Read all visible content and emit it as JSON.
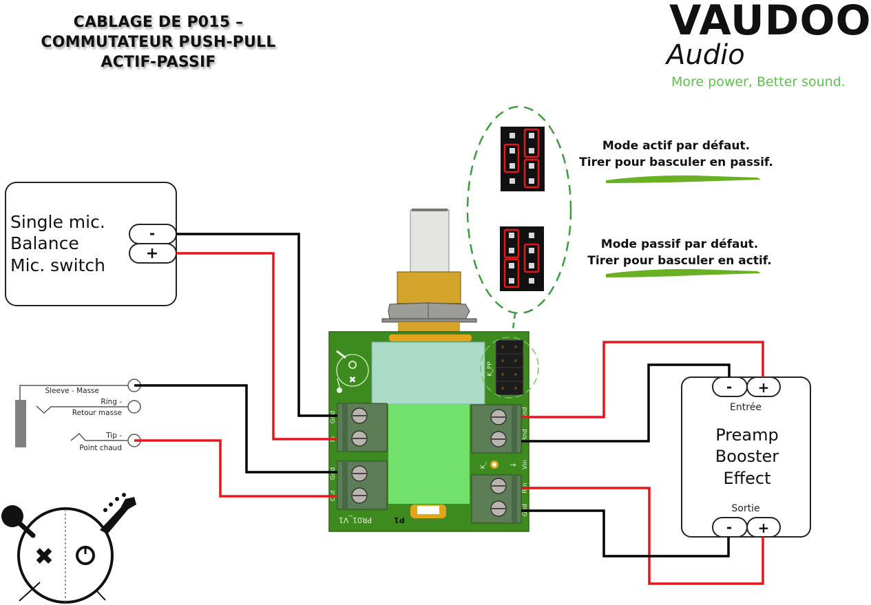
{
  "title": {
    "line1": "CABLAGE DE P015 –",
    "line2": "COMMUTATEUR PUSH-PULL",
    "line3": "ACTIF-PASSIF"
  },
  "logo": {
    "brand": "VAUDOO",
    "sub": "Audio",
    "tagline": "More power, Better sound."
  },
  "colors": {
    "wire_hot": "#e8141b",
    "wire_ground": "#000000",
    "pcb_green": "#3d8a1e",
    "accent_green": "#6ab023",
    "dashed_green": "#3f9a3f",
    "tagline_green": "#5fbf4f"
  },
  "modes": [
    {
      "line1": "Mode actif par défaut.",
      "line2": "Tirer pour basculer en passif."
    },
    {
      "line1": "Mode passif par défaut.",
      "line2": "Tirer pour basculer en actif."
    }
  ],
  "pickup_box": {
    "lines": [
      "Single mic.",
      "Balance",
      "Mic. switch"
    ],
    "minus": "-",
    "plus": "+"
  },
  "jack": {
    "sleeve": "Sleeve - Masse",
    "ring1": "Ring -",
    "ring2": "Retour masse",
    "tip1": "Tip -",
    "tip2": "Point chaud"
  },
  "effect_box": {
    "lines": [
      "Preamp",
      "Booster",
      "Effect"
    ],
    "input_label": "Entrée",
    "output_label": "Sortie",
    "minus": "-",
    "plus": "+"
  },
  "pcb": {
    "name": "PR01_V1",
    "pot_ref": "P1",
    "header_ref": "K_PP",
    "k_label": "K_",
    "left_labels": [
      "Gnd",
      "In",
      "Gnd",
      "Out"
    ],
    "right_labels": [
      "Snd",
      "Rnd",
      "Vin",
      "Rtn",
      "Gnd"
    ]
  }
}
